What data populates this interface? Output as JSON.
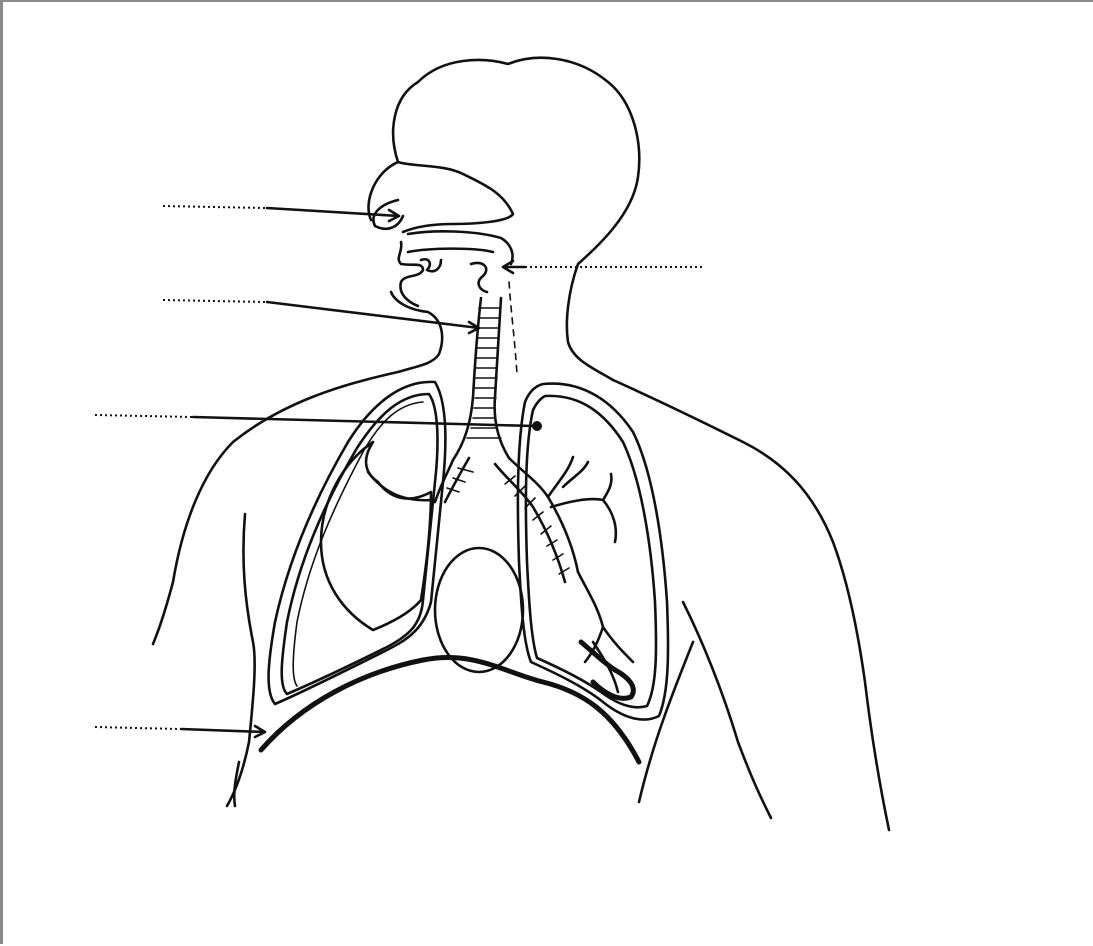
{
  "diagram": {
    "labels": [
      {
        "id": "nose",
        "text": ""
      },
      {
        "id": "windpipe",
        "text": ""
      },
      {
        "id": "lung",
        "text": ""
      },
      {
        "id": "diaphragm",
        "text": ""
      },
      {
        "id": "mouth",
        "text": ""
      }
    ],
    "colors": {
      "ink": "#111111",
      "background": "#ffffff",
      "frame": "#8a8a8a"
    }
  }
}
